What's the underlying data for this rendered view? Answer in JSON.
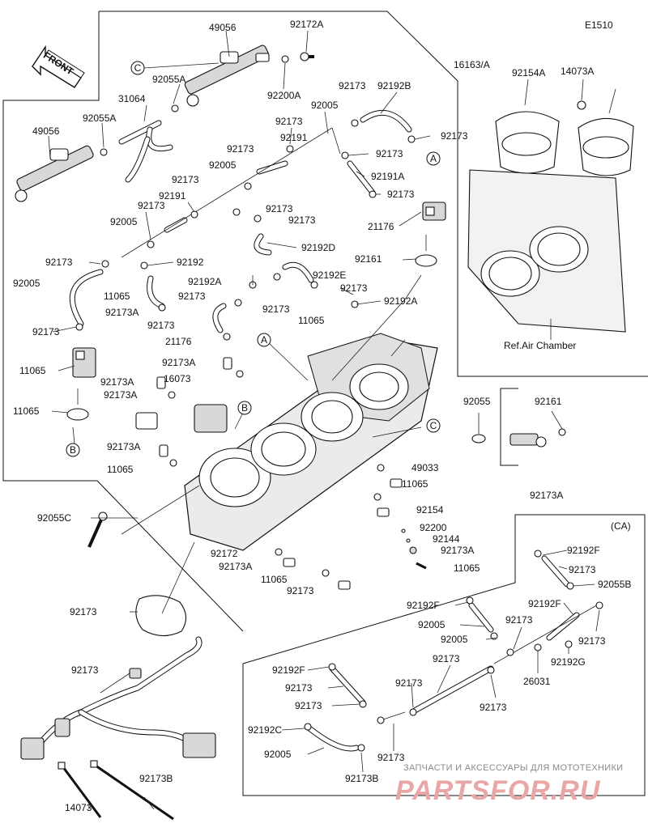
{
  "diagram_code": "E1510",
  "front_label": "FRONT",
  "ref_label": "Ref.Air Chamber",
  "ca_label": "(CA)",
  "watermark": {
    "top": "ЗАПЧАСТИ И АКСЕССУАРЫ ДЛЯ МОТОТЕХНИКИ",
    "brand": "PARTSFOR.RU"
  },
  "callouts": {
    "a": "A",
    "b": "B",
    "c": "C"
  },
  "labels": [
    {
      "id": "l01",
      "text": "49056"
    },
    {
      "id": "l02",
      "text": "92172A"
    },
    {
      "id": "l03",
      "text": "16163/A"
    },
    {
      "id": "l04",
      "text": "92055A"
    },
    {
      "id": "l05",
      "text": "92200A"
    },
    {
      "id": "l06",
      "text": "31064"
    },
    {
      "id": "l07",
      "text": "92173"
    },
    {
      "id": "l08",
      "text": "92192B"
    },
    {
      "id": "l09",
      "text": "92055A"
    },
    {
      "id": "l10",
      "text": "92005"
    },
    {
      "id": "l11",
      "text": "49056"
    },
    {
      "id": "l12",
      "text": "92173"
    },
    {
      "id": "l13",
      "text": "92173"
    },
    {
      "id": "l14",
      "text": "92191"
    },
    {
      "id": "l15",
      "text": "92173"
    },
    {
      "id": "l16",
      "text": "92005"
    },
    {
      "id": "l17",
      "text": "92173"
    },
    {
      "id": "l18",
      "text": "92191A"
    },
    {
      "id": "l19",
      "text": "92173"
    },
    {
      "id": "l20",
      "text": "92191"
    },
    {
      "id": "l21",
      "text": "92173"
    },
    {
      "id": "l22",
      "text": "92173"
    },
    {
      "id": "l23",
      "text": "21176"
    },
    {
      "id": "l24",
      "text": "92173"
    },
    {
      "id": "l25",
      "text": "92005"
    },
    {
      "id": "l26",
      "text": "92192D"
    },
    {
      "id": "l27",
      "text": "92173"
    },
    {
      "id": "l28",
      "text": "92173"
    },
    {
      "id": "l29",
      "text": "92161"
    },
    {
      "id": "l30",
      "text": "92192"
    },
    {
      "id": "l31",
      "text": "92005"
    },
    {
      "id": "l32",
      "text": "92192A"
    },
    {
      "id": "l33",
      "text": "92192E"
    },
    {
      "id": "l34",
      "text": "11065"
    },
    {
      "id": "l35",
      "text": "92173"
    },
    {
      "id": "l36",
      "text": "92173"
    },
    {
      "id": "l37",
      "text": "92173A"
    },
    {
      "id": "l38",
      "text": "92192A"
    },
    {
      "id": "l39",
      "text": "92173"
    },
    {
      "id": "l40",
      "text": "92173"
    },
    {
      "id": "l41",
      "text": "92173"
    },
    {
      "id": "l42",
      "text": "11065"
    },
    {
      "id": "l43",
      "text": "21176"
    },
    {
      "id": "l44",
      "text": "92173A"
    },
    {
      "id": "l45",
      "text": "11065"
    },
    {
      "id": "l46",
      "text": "92173A"
    },
    {
      "id": "l47",
      "text": "16073"
    },
    {
      "id": "l48",
      "text": "92055"
    },
    {
      "id": "l49",
      "text": "92161"
    },
    {
      "id": "l50",
      "text": "11065"
    },
    {
      "id": "l51",
      "text": "92173A"
    },
    {
      "id": "l52",
      "text": "92173A"
    },
    {
      "id": "l53",
      "text": "11065"
    },
    {
      "id": "l54",
      "text": "49033"
    },
    {
      "id": "l55",
      "text": "92173A"
    },
    {
      "id": "l56",
      "text": "11065"
    },
    {
      "id": "l57",
      "text": "92154"
    },
    {
      "id": "l58",
      "text": "92055C"
    },
    {
      "id": "l59",
      "text": "92200"
    },
    {
      "id": "l60",
      "text": "92144"
    },
    {
      "id": "l61",
      "text": "92173A"
    },
    {
      "id": "l62",
      "text": "92172"
    },
    {
      "id": "l63",
      "text": "11065"
    },
    {
      "id": "l64",
      "text": "92173A"
    },
    {
      "id": "l65",
      "text": "11065"
    },
    {
      "id": "l66",
      "text": "92173"
    },
    {
      "id": "l67",
      "text": "92192F"
    },
    {
      "id": "l68",
      "text": "92173"
    },
    {
      "id": "l69",
      "text": "92055B"
    },
    {
      "id": "l70",
      "text": "92173"
    },
    {
      "id": "l71",
      "text": "92192F"
    },
    {
      "id": "l72",
      "text": "92192F"
    },
    {
      "id": "l73",
      "text": "92005"
    },
    {
      "id": "l74",
      "text": "92173"
    },
    {
      "id": "l75",
      "text": "92005"
    },
    {
      "id": "l76",
      "text": "92173"
    },
    {
      "id": "l77",
      "text": "92192G"
    },
    {
      "id": "l78",
      "text": "92173"
    },
    {
      "id": "l79",
      "text": "26031"
    },
    {
      "id": "l80",
      "text": "92173"
    },
    {
      "id": "l81",
      "text": "92192F"
    },
    {
      "id": "l82",
      "text": "92173"
    },
    {
      "id": "l83",
      "text": "92173"
    },
    {
      "id": "l84",
      "text": "92173"
    },
    {
      "id": "l85",
      "text": "92173"
    },
    {
      "id": "l86",
      "text": "92192C"
    },
    {
      "id": "l87",
      "text": "92005"
    },
    {
      "id": "l88",
      "text": "92173"
    },
    {
      "id": "l89",
      "text": "92173B"
    },
    {
      "id": "l90",
      "text": "92173B"
    },
    {
      "id": "l91",
      "text": "14073"
    },
    {
      "id": "l92",
      "text": "92154A"
    },
    {
      "id": "l93",
      "text": "14073A"
    }
  ]
}
